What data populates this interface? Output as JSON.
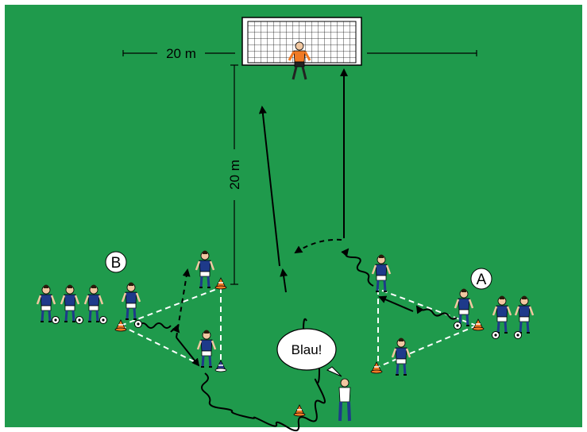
{
  "colors": {
    "field": "#1f9a4c",
    "line": "#000000",
    "dashed": "#ffffff",
    "player": "#1e3a8a",
    "keeper": "#f07a24",
    "cone_orange": "#f07a24",
    "cone_blue": "#2a3b8f"
  },
  "labels": {
    "width": "20 m",
    "depth": "20 m",
    "group_b": "B",
    "group_a": "A",
    "speech": "Blau!"
  },
  "icons": [
    "goal-net",
    "goalkeeper",
    "player",
    "ball",
    "cone",
    "coach",
    "speech-bubble"
  ]
}
